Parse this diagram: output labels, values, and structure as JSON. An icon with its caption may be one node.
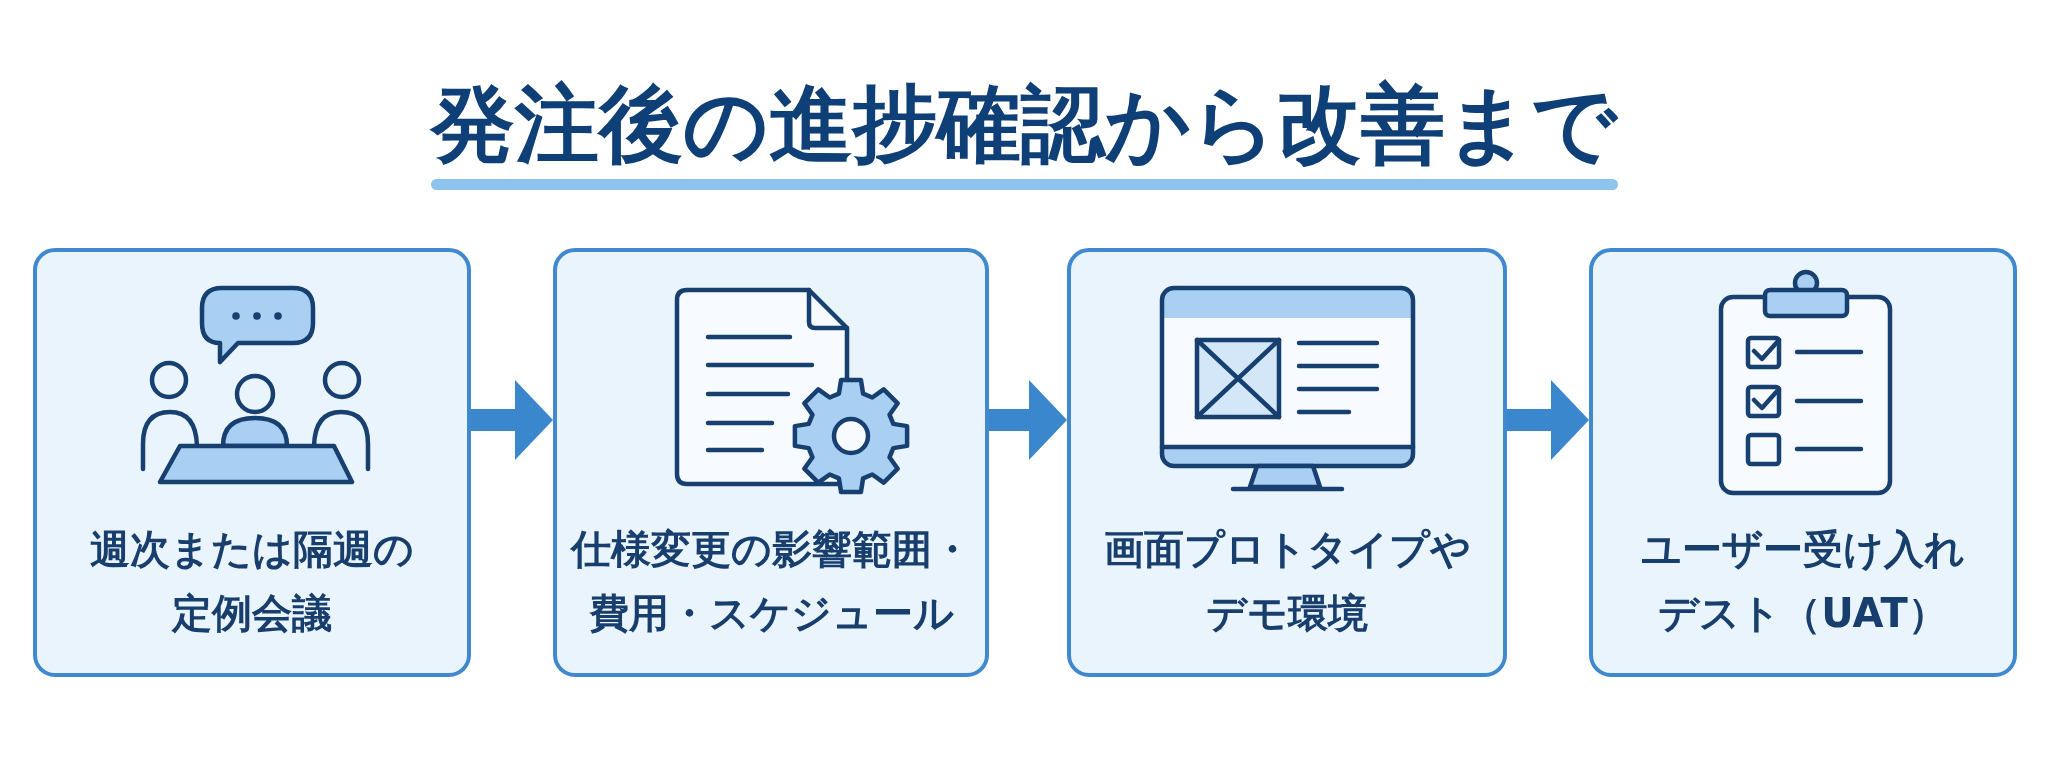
{
  "diagram": {
    "title": "発注後の進捗確認から改善まで",
    "nodes": [
      {
        "text": [
          "週次または隔週の定例会議"
        ]
      },
      {
        "text": [
          "仕様変更の影響範囲・費用・スケジュール"
        ]
      },
      {
        "text": [
          "画面プロトタイプやデモ環境"
        ]
      },
      {
        "text": [
          "ユーザー受け入れデスト（UAT）"
        ]
      }
    ],
    "edges": [
      {
        "from": 0,
        "to": 1,
        "arrow": "to"
      },
      {
        "from": 1,
        "to": 2,
        "arrow": "to"
      },
      {
        "from": 2,
        "to": 3,
        "arrow": "to"
      }
    ]
  }
}
